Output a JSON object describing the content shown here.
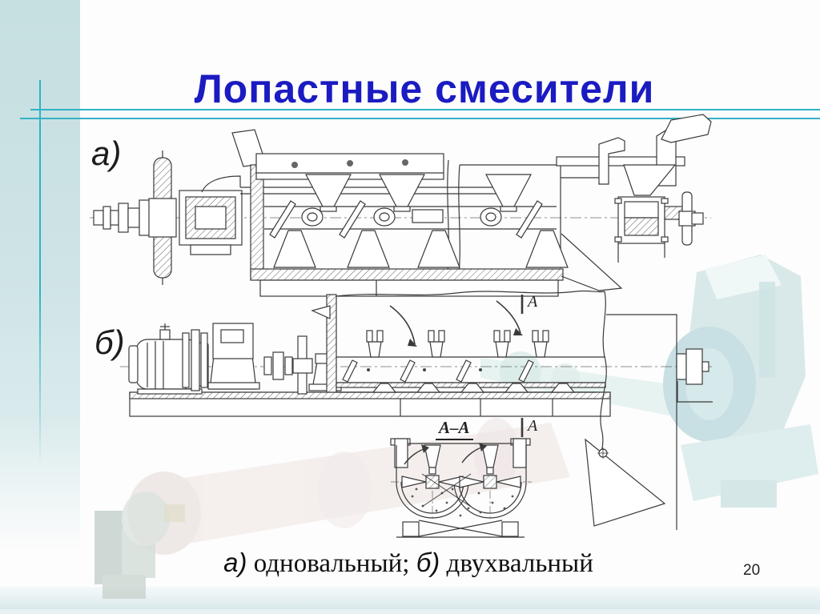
{
  "slide": {
    "title": "Лопастные смесители",
    "page_number": "20",
    "figure_labels": {
      "a": "а)",
      "b": "б)"
    },
    "section": {
      "label": "А–А",
      "mark": "А"
    },
    "caption": {
      "a_label": "а)",
      "a_text": " одновальный; ",
      "b_label": "б)",
      "b_text": " двухвальный"
    },
    "colors": {
      "title_blue": "#1b1bc2",
      "accent_cyan": "#2fb3c7",
      "sidebar_teal": "#c8dfe1",
      "drawing_ink": "#3a3a3a",
      "watermark_teal": "#cfe4e4"
    }
  }
}
